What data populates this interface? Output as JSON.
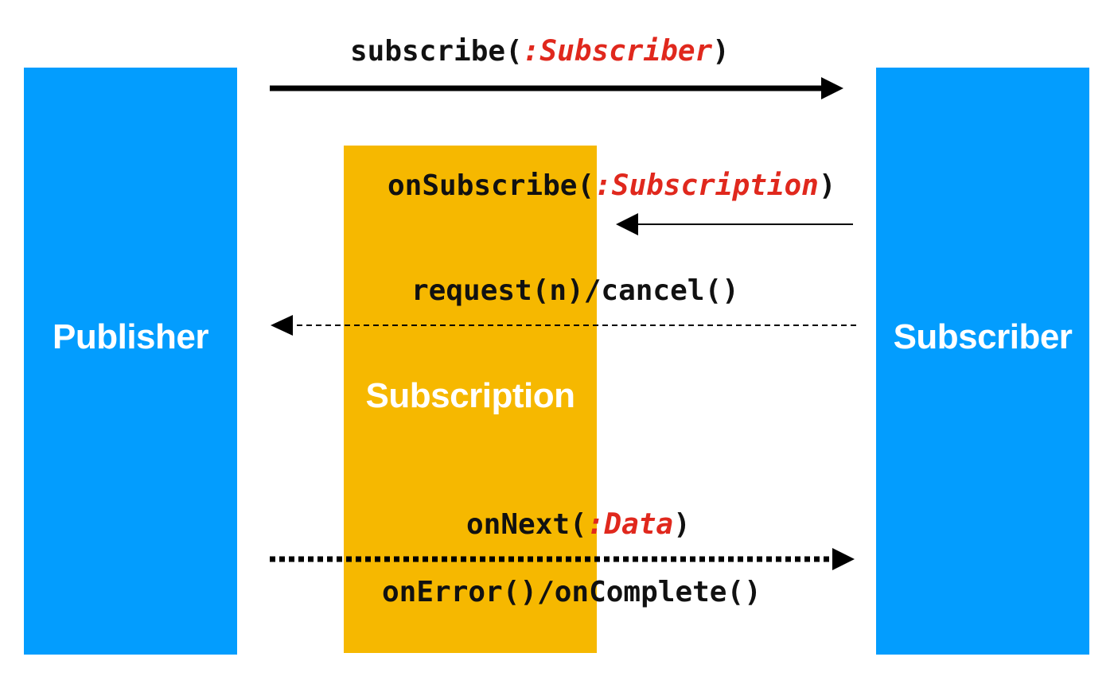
{
  "colors": {
    "publisher": "#039dfe",
    "subscriber": "#039dfe",
    "subscription": "#f6b800",
    "param": "#e0281d",
    "text": "#111111",
    "box_text": "#ffffff"
  },
  "actors": {
    "publisher": "Publisher",
    "subscriber": "Subscriber",
    "subscription": "Subscription"
  },
  "messages": {
    "subscribe": {
      "name": "subscribe(",
      "param": ":Subscriber",
      "close": ")",
      "direction": "publisher-to-subscriber",
      "style": "solid-thick"
    },
    "on_subscribe": {
      "name": "onSubscribe(",
      "param": ":Subscription",
      "close": ")",
      "direction": "subscriber-to-subscription",
      "style": "solid-thin"
    },
    "request": {
      "text": "request(n)/cancel()",
      "direction": "subscriber-to-publisher",
      "style": "dashed"
    },
    "on_next": {
      "name": "onNext(",
      "param": ":Data",
      "close": ")",
      "direction": "publisher-to-subscriber",
      "style": "dotted-thick"
    },
    "on_error": {
      "text": "onError()/onComplete()"
    }
  }
}
